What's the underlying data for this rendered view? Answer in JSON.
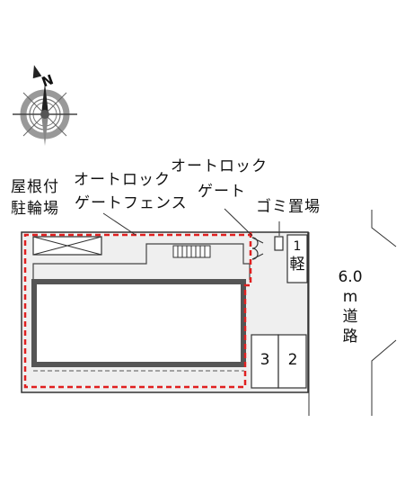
{
  "labels": {
    "bicycle_parking_line1": "屋根付",
    "bicycle_parking_line2": "駐輪場",
    "gate_fence_line1": "オートロック",
    "gate_fence_line2": "ゲートフェンス",
    "autolock_gate_line1": "オートロック",
    "autolock_gate_line2": "ゲート",
    "garbage": "ゴミ置場"
  },
  "parking": {
    "kei_number": "1",
    "kei_label": "軽",
    "spaces": [
      "3",
      "2"
    ]
  },
  "road": {
    "width": "6.0",
    "unit": "m",
    "name_chars": [
      "道",
      "路"
    ]
  },
  "compass": {
    "north_label": "N"
  },
  "colors": {
    "fence": "#e02020",
    "site_fill": "#efefef",
    "building_border": "#555555",
    "line": "#333333"
  }
}
